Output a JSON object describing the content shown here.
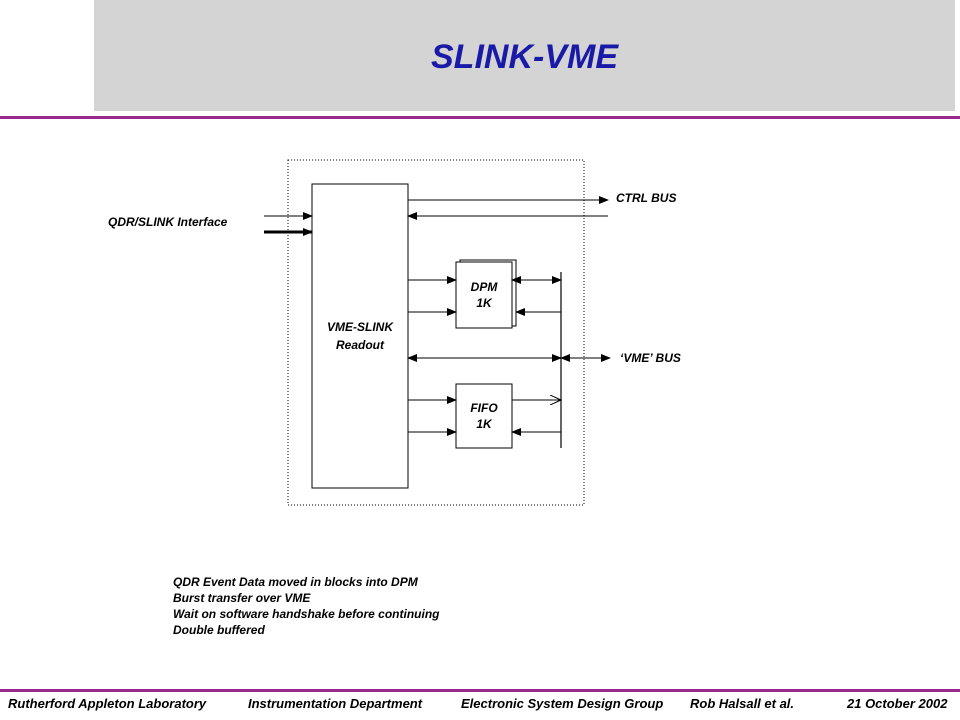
{
  "title": "SLINK-VME",
  "colors": {
    "title": "#1a1aa8",
    "rule": "#9c2a8c",
    "band": "#d4d4d4"
  },
  "diagram": {
    "main_block": {
      "line1": "VME-SLINK",
      "line2": "Readout"
    },
    "dpm_block": {
      "line1": "DPM",
      "line2": "1K"
    },
    "fifo_block": {
      "line1": "FIFO",
      "line2": "1K"
    },
    "qdr_label": "QDR/SLINK Interface",
    "ctrl_bus_label": "CTRL BUS",
    "vme_bus_label": "‘VME’ BUS"
  },
  "notes": [
    "QDR Event Data moved in blocks into DPM",
    "Burst transfer over VME",
    "Wait on software handshake before continuing",
    "Double buffered"
  ],
  "footer": {
    "lab": "Rutherford Appleton Laboratory",
    "department": "Instrumentation Department",
    "group": "Electronic System Design Group",
    "author": "Rob Halsall et al.",
    "date": "21 October 2002"
  }
}
